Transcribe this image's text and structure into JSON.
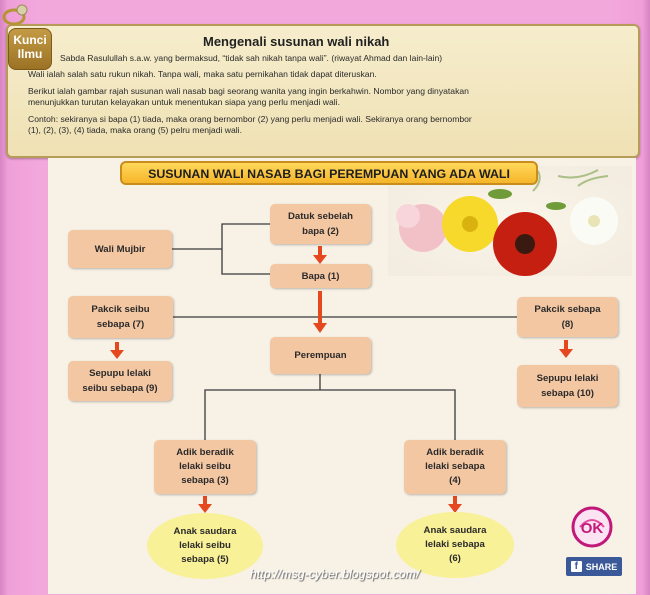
{
  "header": {
    "badge_line1": "Kunci",
    "badge_line2": "Ilmu",
    "heading": "Mengenali susunan wali nikah",
    "hadith": "Sabda Rasulullah s.a.w. yang bermaksud, “tidak sah nikah tanpa wali”. (riwayat Ahmad dan lain-lain)",
    "para1": "Wali ialah salah satu rukun nikah. Tanpa wali, maka satu pernikahan tidak dapat diteruskan.",
    "para2_line1": "Berikut ialah gambar rajah susunan wali nasab bagi seorang wanita yang ingin berkahwin. Nombor yang dinyatakan",
    "para2_line2": "menunjukkan turutan kelayakan untuk menentukan siapa yang perlu menjadi wali.",
    "para3_line1": "Contoh: sekiranya si bapa (1) tiada, maka orang bernombor (2) yang perlu menjadi wali. Sekiranya orang bernombor",
    "para3_line2": "(1), (2), (3), (4) tiada, maka orang (5) pelru menjadi wali."
  },
  "diagram": {
    "title": "SUSUNAN WALI NASAB BAGI PEREMPUAN YANG ADA WALI",
    "nodes": {
      "wali_mujbir": "Wali Mujbir",
      "datuk": [
        "Datuk sebelah",
        "bapa (2)"
      ],
      "bapa": "Bapa (1)",
      "pakcik_seibu": [
        "Pakcik seibu",
        "sebapa (7)"
      ],
      "pakcik_sebapa": [
        "Pakcik sebapa",
        "(8)"
      ],
      "perempuan": "Perempuan",
      "sepupu_seibu": [
        "Sepupu lelaki",
        "seibu sebapa (9)"
      ],
      "sepupu_sebapa": [
        "Sepupu lelaki",
        "sebapa (10)"
      ],
      "adik_seibu": [
        "Adik beradik",
        "lelaki seibu",
        "sebapa (3)"
      ],
      "adik_sebapa": [
        "Adik beradik",
        "lelaki sebapa",
        "(4)"
      ],
      "anak_seibu": [
        "Anak saudara",
        "lelaki seibu",
        "sebapa (5)"
      ],
      "anak_sebapa": [
        "Anak saudara",
        "lelaki sebapa",
        "(6)"
      ]
    },
    "colors": {
      "node": "#f4c7a3",
      "node_highlight": "#f8f197",
      "arrow": "#e5471f",
      "line": "#3a3a3a",
      "banner": "#f6b52a"
    }
  },
  "footer": {
    "watermark": "http://msg-cyber.blogspot.com/",
    "share_label": "SHARE",
    "fb_icon": "facebook-icon",
    "ok_badge": "OK"
  }
}
